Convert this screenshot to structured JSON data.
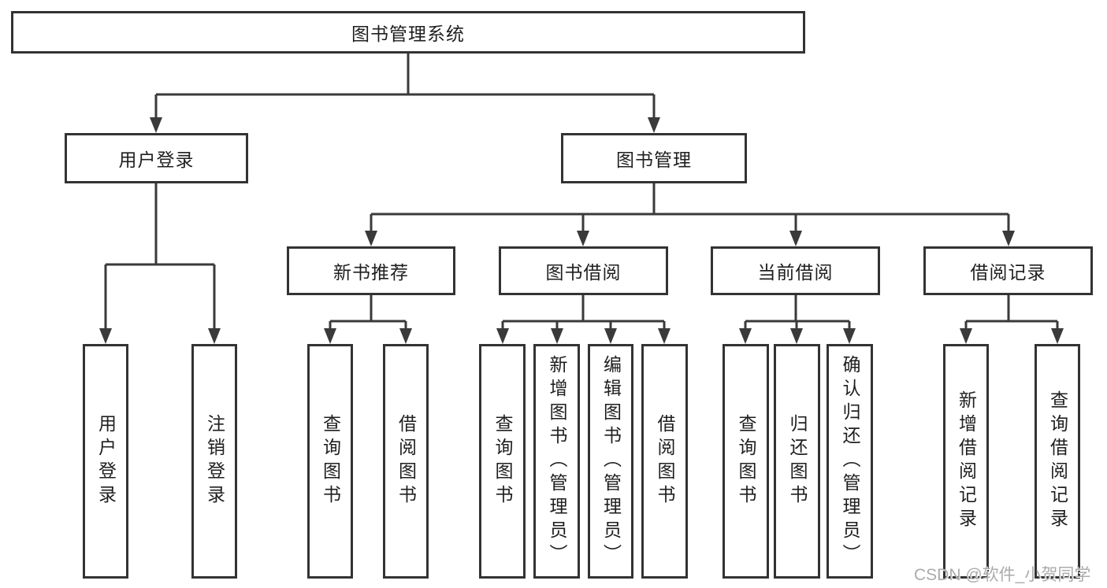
{
  "title": "图书管理系统",
  "colors": {
    "line": "#3a3a3a",
    "border": "#333333",
    "text": "#1f1f1f",
    "watermark": "#ababab",
    "background": "#ffffff"
  },
  "watermark": {
    "text": "CSDN @软件_小贺同学"
  },
  "tree": {
    "label": "图书管理系统",
    "children": [
      {
        "label": "用户登录",
        "children": [
          {
            "label": "用户登录"
          },
          {
            "label": "注销登录"
          }
        ]
      },
      {
        "label": "图书管理",
        "children": [
          {
            "label": "新书推荐",
            "children": [
              {
                "label": "查询图书"
              },
              {
                "label": "借阅图书"
              }
            ]
          },
          {
            "label": "图书借阅",
            "children": [
              {
                "label": "查询图书"
              },
              {
                "label": "新增图书（管理员）"
              },
              {
                "label": "编辑图书（管理员）"
              },
              {
                "label": "借阅图书"
              }
            ]
          },
          {
            "label": "当前借阅",
            "children": [
              {
                "label": "查询图书"
              },
              {
                "label": "归还图书"
              },
              {
                "label": "确认归还（管理员）"
              }
            ]
          },
          {
            "label": "借阅记录",
            "children": [
              {
                "label": "新增借阅记录"
              },
              {
                "label": "查询借阅记录"
              }
            ]
          }
        ]
      }
    ]
  }
}
